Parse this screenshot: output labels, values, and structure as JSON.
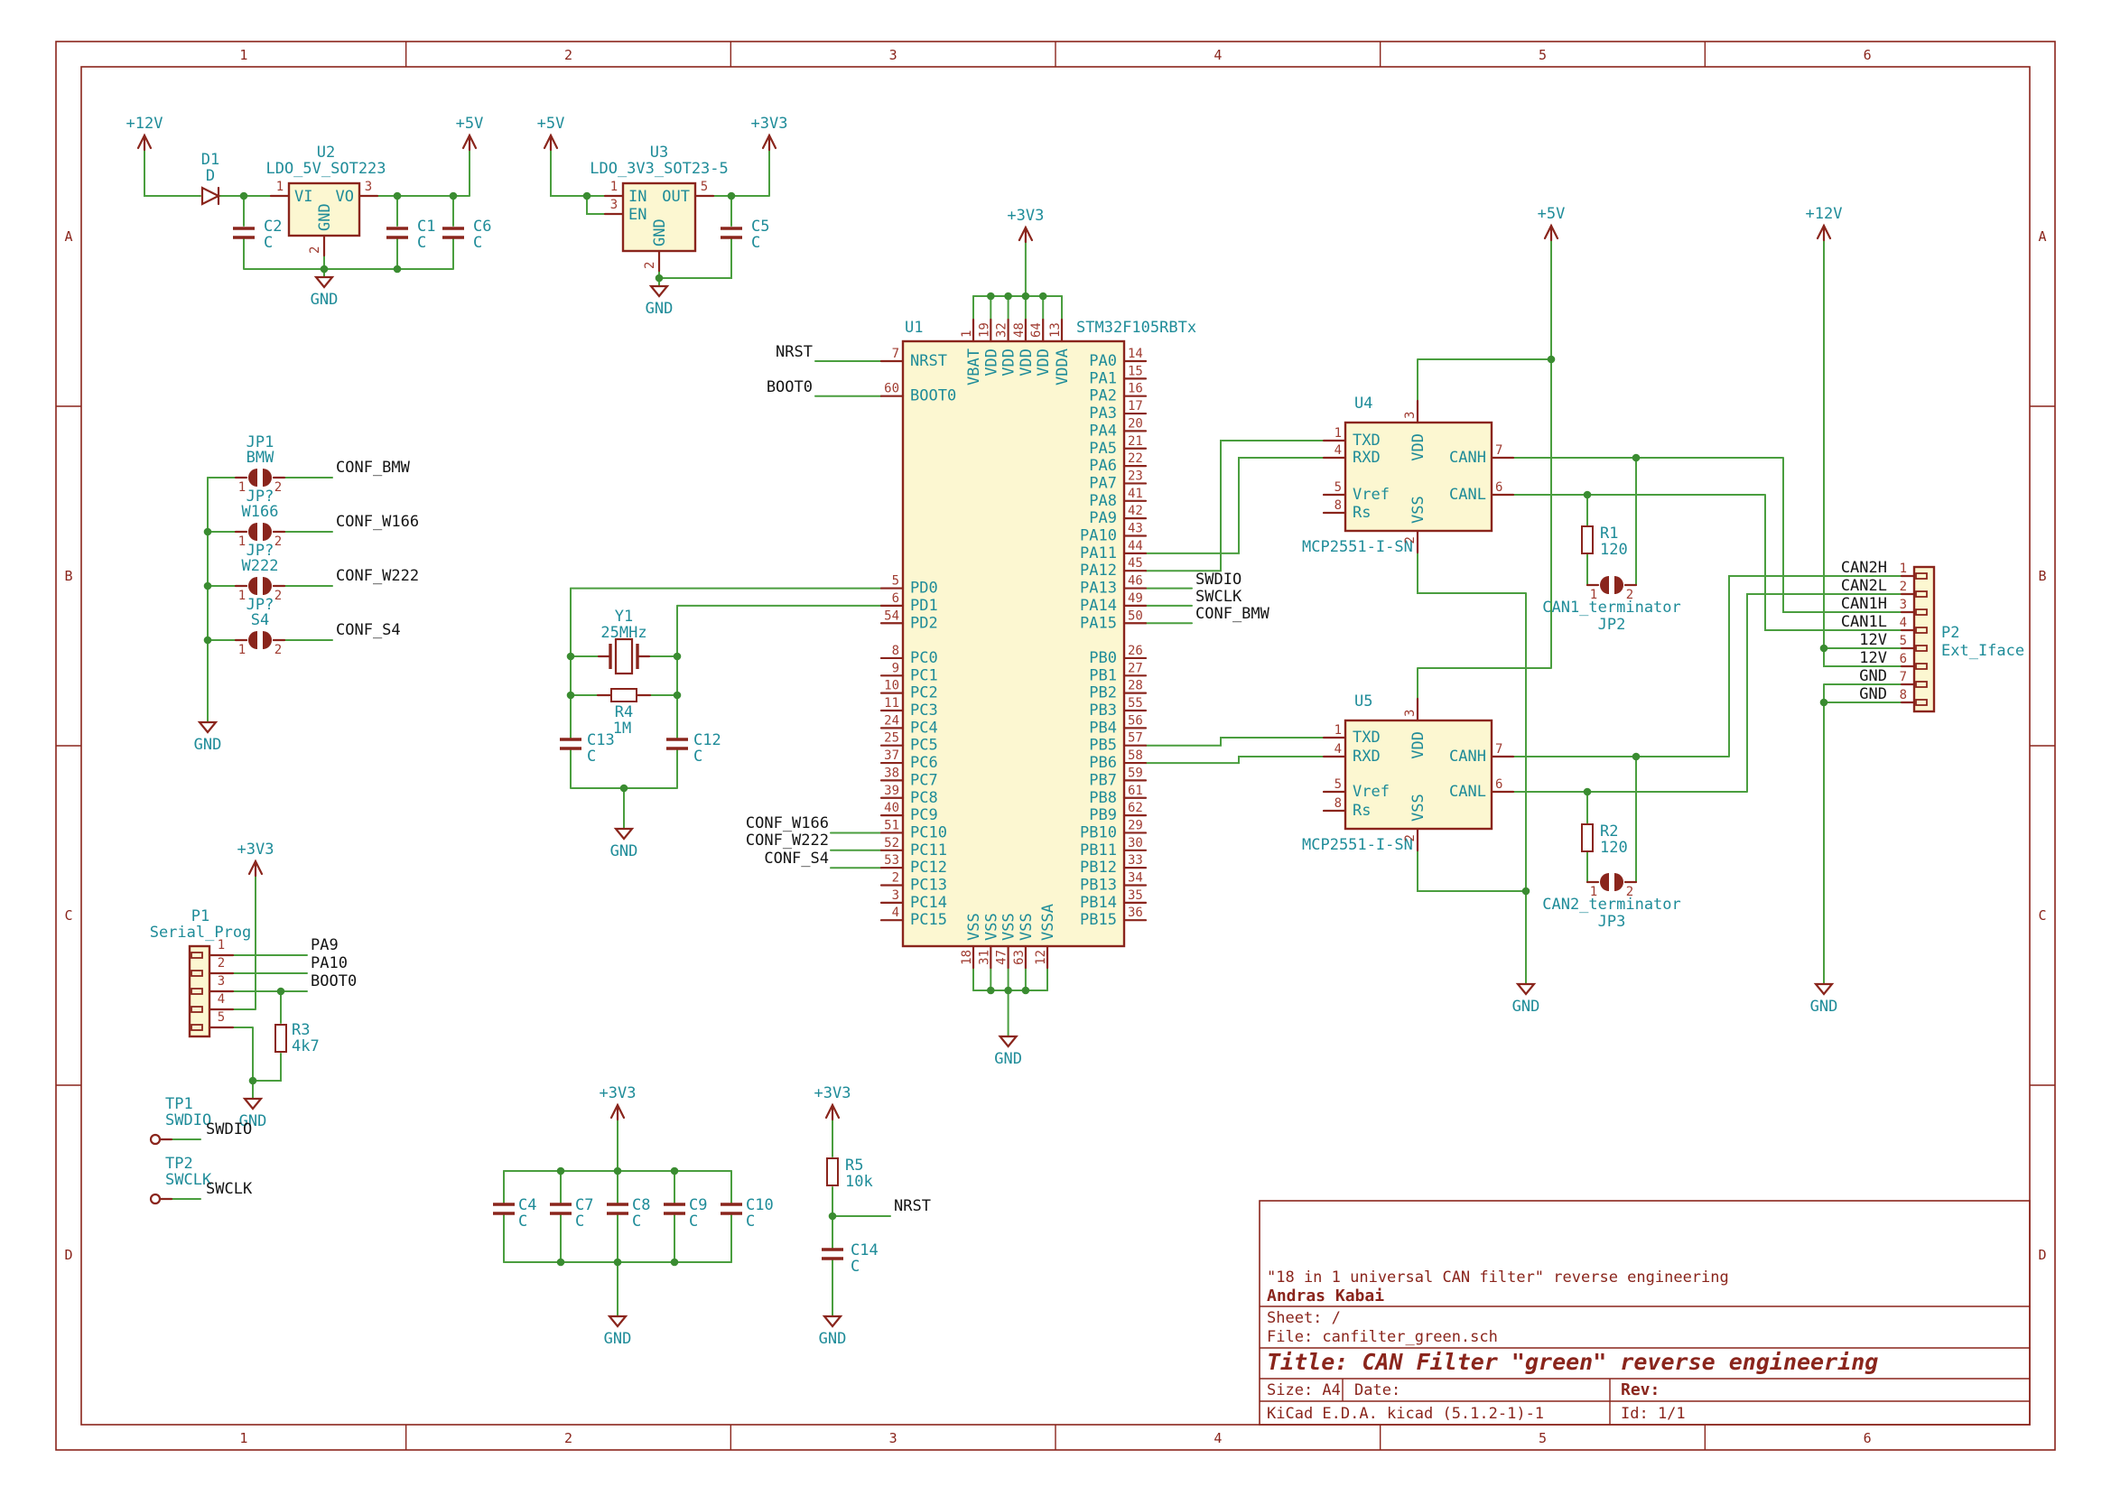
{
  "colors": {
    "wire": "#4a9e3f",
    "junction": "#3a8c31",
    "outline": "#8a251c",
    "pin_number": "#a03c31",
    "teal": "#1f8c99",
    "label": "#141414",
    "fill_yellow": "#fcf7d1",
    "frame": "#8a251c"
  },
  "frame": {
    "columns": [
      "1",
      "2",
      "3",
      "4",
      "5",
      "6"
    ],
    "rows": [
      "A",
      "B",
      "C",
      "D"
    ]
  },
  "power": {
    "p12v": "+12V",
    "p5v": "+5V",
    "p3v3": "+3V3",
    "gnd": "GND"
  },
  "net_labels": {
    "nrst": "NRST",
    "boot0": "BOOT0",
    "swdio": "SWDIO",
    "swclk": "SWCLK",
    "conf_bmw": "CONF_BMW",
    "conf_w166": "CONF_W166",
    "conf_w222": "CONF_W222",
    "conf_s4": "CONF_S4",
    "pa9": "PA9",
    "pa10": "PA10"
  },
  "components": {
    "d1": {
      "ref": "D1",
      "value": "D"
    },
    "u2": {
      "ref": "U2",
      "value": "LDO_5V_SOT223",
      "pins": {
        "vi": {
          "num": "1",
          "name": "VI"
        },
        "vo": {
          "num": "3",
          "name": "VO"
        },
        "gnd": {
          "num": "2",
          "name": "GND"
        }
      }
    },
    "u3": {
      "ref": "U3",
      "value": "LDO_3V3_SOT23-5",
      "pins": {
        "in": {
          "num": "1",
          "name": "IN"
        },
        "en": {
          "num": "3",
          "name": "EN"
        },
        "out": {
          "num": "5",
          "name": "OUT"
        },
        "gnd": {
          "num": "2",
          "name": "GND"
        }
      }
    },
    "c1": {
      "ref": "C1",
      "value": "C"
    },
    "c2": {
      "ref": "C2",
      "value": "C"
    },
    "c5": {
      "ref": "C5",
      "value": "C"
    },
    "c6": {
      "ref": "C6",
      "value": "C"
    },
    "u1": {
      "ref": "U1",
      "value": "STM32F105RBTx",
      "left_pins": [
        [
          "NRST",
          "7"
        ],
        [
          "BOOT0",
          "60"
        ],
        [
          "PD0",
          "5"
        ],
        [
          "PD1",
          "6"
        ],
        [
          "PD2",
          "54"
        ],
        [
          "PC0",
          "8"
        ],
        [
          "PC1",
          "9"
        ],
        [
          "PC2",
          "10"
        ],
        [
          "PC3",
          "11"
        ],
        [
          "PC4",
          "24"
        ],
        [
          "PC5",
          "25"
        ],
        [
          "PC6",
          "37"
        ],
        [
          "PC7",
          "38"
        ],
        [
          "PC8",
          "39"
        ],
        [
          "PC9",
          "40"
        ],
        [
          "PC10",
          "51"
        ],
        [
          "PC11",
          "52"
        ],
        [
          "PC12",
          "53"
        ],
        [
          "PC13",
          "2"
        ],
        [
          "PC14",
          "3"
        ],
        [
          "PC15",
          "4"
        ]
      ],
      "right_pins": [
        [
          "PA0",
          "14"
        ],
        [
          "PA1",
          "15"
        ],
        [
          "PA2",
          "16"
        ],
        [
          "PA3",
          "17"
        ],
        [
          "PA4",
          "20"
        ],
        [
          "PA5",
          "21"
        ],
        [
          "PA6",
          "22"
        ],
        [
          "PA7",
          "23"
        ],
        [
          "PA8",
          "41"
        ],
        [
          "PA9",
          "42"
        ],
        [
          "PA10",
          "43"
        ],
        [
          "PA11",
          "44"
        ],
        [
          "PA12",
          "45"
        ],
        [
          "PA13",
          "46"
        ],
        [
          "PA14",
          "49"
        ],
        [
          "PA15",
          "50"
        ],
        [
          "PB0",
          "26"
        ],
        [
          "PB1",
          "27"
        ],
        [
          "PB2",
          "28"
        ],
        [
          "PB3",
          "55"
        ],
        [
          "PB4",
          "56"
        ],
        [
          "PB5",
          "57"
        ],
        [
          "PB6",
          "58"
        ],
        [
          "PB7",
          "59"
        ],
        [
          "PB8",
          "61"
        ],
        [
          "PB9",
          "62"
        ],
        [
          "PB10",
          "29"
        ],
        [
          "PB11",
          "30"
        ],
        [
          "PB12",
          "33"
        ],
        [
          "PB13",
          "34"
        ],
        [
          "PB14",
          "35"
        ],
        [
          "PB15",
          "36"
        ]
      ],
      "top_pins": [
        [
          "VBAT",
          "1"
        ],
        [
          "VDD",
          "19"
        ],
        [
          "VDD",
          "32"
        ],
        [
          "VDD",
          "48"
        ],
        [
          "VDD",
          "64"
        ],
        [
          "VDDA",
          "13"
        ]
      ],
      "bottom_pins": [
        [
          "VSS",
          "18"
        ],
        [
          "VSS",
          "31"
        ],
        [
          "VSS",
          "47"
        ],
        [
          "VSS",
          "63"
        ],
        [
          "VSSA",
          "12"
        ]
      ]
    },
    "y1": {
      "ref": "Y1",
      "value": "25MHz"
    },
    "r4": {
      "ref": "R4",
      "value": "1M"
    },
    "c13": {
      "ref": "C13",
      "value": "C"
    },
    "c12": {
      "ref": "C12",
      "value": "C"
    },
    "jumpers": [
      {
        "ref": "JP1",
        "value": "BMW",
        "net": "CONF_BMW"
      },
      {
        "ref": "JP?",
        "value": "W166",
        "net": "CONF_W166"
      },
      {
        "ref": "JP?",
        "value": "W222",
        "net": "CONF_W222"
      },
      {
        "ref": "JP?",
        "value": "S4",
        "net": "CONF_S4"
      }
    ],
    "jumper_pin_numbers": [
      "1",
      "2"
    ],
    "p1": {
      "ref": "P1",
      "value": "Serial_Prog",
      "pin_numbers": [
        "1",
        "2",
        "3",
        "4",
        "5"
      ]
    },
    "r3": {
      "ref": "R3",
      "value": "4k7"
    },
    "test_points": [
      {
        "ref": "TP1",
        "value": "SWDIO",
        "net": "SWDIO"
      },
      {
        "ref": "TP2",
        "value": "SWCLK",
        "net": "SWCLK"
      }
    ],
    "cap_bank": [
      {
        "ref": "C4",
        "value": "C"
      },
      {
        "ref": "C7",
        "value": "C"
      },
      {
        "ref": "C8",
        "value": "C"
      },
      {
        "ref": "C9",
        "value": "C"
      },
      {
        "ref": "C10",
        "value": "C"
      }
    ],
    "r5": {
      "ref": "R5",
      "value": "10k"
    },
    "c14": {
      "ref": "C14",
      "value": "C"
    },
    "u4": {
      "ref": "U4",
      "value": "MCP2551-I-SN",
      "pins": {
        "txd": {
          "num": "1",
          "name": "TXD"
        },
        "rxd": {
          "num": "4",
          "name": "RXD"
        },
        "vref": {
          "num": "5",
          "name": "Vref"
        },
        "rs": {
          "num": "8",
          "name": "Rs"
        },
        "vdd": {
          "num": "3",
          "name": "VDD"
        },
        "vss": {
          "num": "2",
          "name": "VSS"
        },
        "canh": {
          "num": "7",
          "name": "CANH"
        },
        "canl": {
          "num": "6",
          "name": "CANL"
        }
      }
    },
    "u5": {
      "ref": "U5",
      "value": "MCP2551-I-SN",
      "pins": {
        "txd": {
          "num": "1",
          "name": "TXD"
        },
        "rxd": {
          "num": "4",
          "name": "RXD"
        },
        "vref": {
          "num": "5",
          "name": "Vref"
        },
        "rs": {
          "num": "8",
          "name": "Rs"
        },
        "vdd": {
          "num": "3",
          "name": "VDD"
        },
        "vss": {
          "num": "2",
          "name": "VSS"
        },
        "canh": {
          "num": "7",
          "name": "CANH"
        },
        "canl": {
          "num": "6",
          "name": "CANL"
        }
      }
    },
    "r1": {
      "ref": "R1",
      "value": "120"
    },
    "jp2": {
      "ref": "JP2",
      "value": "CAN1_terminator"
    },
    "r2": {
      "ref": "R2",
      "value": "120"
    },
    "jp3": {
      "ref": "JP3",
      "value": "CAN2_terminator"
    },
    "p2": {
      "ref": "P2",
      "value": "Ext_Iface",
      "pins": [
        {
          "num": "1",
          "net": "CAN2H"
        },
        {
          "num": "2",
          "net": "CAN2L"
        },
        {
          "num": "3",
          "net": "CAN1H"
        },
        {
          "num": "4",
          "net": "CAN1L"
        },
        {
          "num": "5",
          "net": "12V"
        },
        {
          "num": "6",
          "net": "12V"
        },
        {
          "num": "7",
          "net": "GND"
        },
        {
          "num": "8",
          "net": "GND"
        }
      ]
    }
  },
  "title_block": {
    "comment": "\"18 in 1 universal CAN filter\" reverse engineering",
    "author": "Andras Kabai",
    "sheet": "Sheet: /",
    "file": "File: canfilter_green.sch",
    "title": "Title: CAN Filter \"green\" reverse engineering",
    "size": "Size: A4",
    "date": "Date:",
    "rev": "Rev:",
    "tool": "KiCad E.D.A.  kicad (5.1.2-1)-1",
    "id": "Id: 1/1"
  }
}
